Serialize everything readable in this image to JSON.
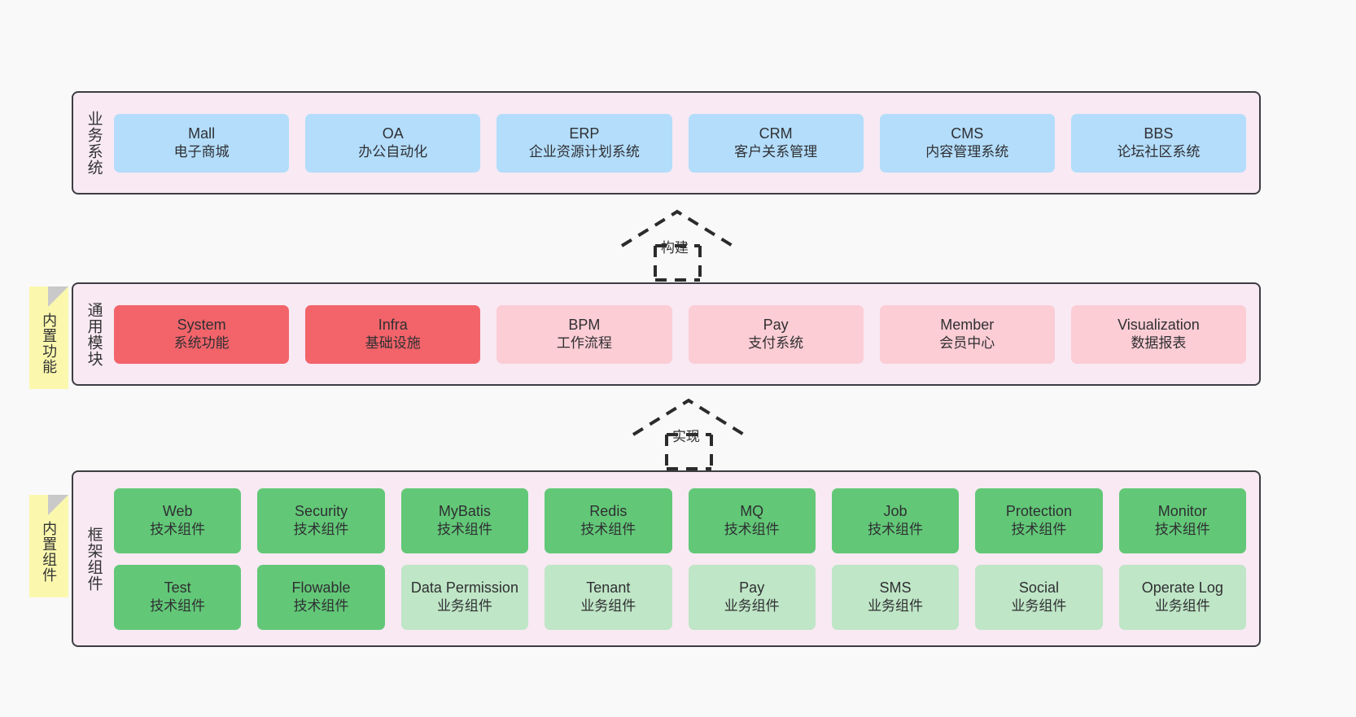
{
  "diagram": {
    "background_color": "#f9f9f9",
    "layer_fill": "#f8e9f3",
    "layer_border": "#3d3d42",
    "sticky_color": "#fbf8ae"
  },
  "layers": [
    {
      "id": "business",
      "title": "业务系统",
      "accent": "#b3ddfb",
      "rows": [
        {
          "nodes": [
            {
              "name": "Mall",
              "desc": "电子商城",
              "color": "#b3ddfb"
            },
            {
              "name": "OA",
              "desc": "办公自动化",
              "color": "#b3ddfb"
            },
            {
              "name": "ERP",
              "desc": "企业资源计划系统",
              "color": "#b3ddfb"
            },
            {
              "name": "CRM",
              "desc": "客户关系管理",
              "color": "#b3ddfb"
            },
            {
              "name": "CMS",
              "desc": "内容管理系统",
              "color": "#b3ddfb"
            },
            {
              "name": "BBS",
              "desc": "论坛社区系统",
              "color": "#b3ddfb"
            }
          ]
        }
      ]
    },
    {
      "id": "common",
      "title": "通用模块",
      "sticky": "内置功能",
      "accent": "#f2646a",
      "rows": [
        {
          "nodes": [
            {
              "name": "System",
              "desc": "系统功能",
              "color": "#f2646a"
            },
            {
              "name": "Infra",
              "desc": "基础设施",
              "color": "#f2646a"
            },
            {
              "name": "BPM",
              "desc": "工作流程",
              "color": "#fccdd5"
            },
            {
              "name": "Pay",
              "desc": "支付系统",
              "color": "#fccdd5"
            },
            {
              "name": "Member",
              "desc": "会员中心",
              "color": "#fccdd5"
            },
            {
              "name": "Visualization",
              "desc": "数据报表",
              "color": "#fccdd5"
            }
          ]
        }
      ]
    },
    {
      "id": "framework",
      "title": "框架组件",
      "sticky": "内置组件",
      "accent": "#62c877",
      "rows": [
        {
          "nodes": [
            {
              "name": "Web",
              "desc": "技术组件",
              "color": "#62c877"
            },
            {
              "name": "Security",
              "desc": "技术组件",
              "color": "#62c877"
            },
            {
              "name": "MyBatis",
              "desc": "技术组件",
              "color": "#62c877"
            },
            {
              "name": "Redis",
              "desc": "技术组件",
              "color": "#62c877"
            },
            {
              "name": "MQ",
              "desc": "技术组件",
              "color": "#62c877"
            },
            {
              "name": "Job",
              "desc": "技术组件",
              "color": "#62c877"
            },
            {
              "name": "Protection",
              "desc": "技术组件",
              "color": "#62c877"
            },
            {
              "name": "Monitor",
              "desc": "技术组件",
              "color": "#62c877"
            }
          ]
        },
        {
          "nodes": [
            {
              "name": "Test",
              "desc": "技术组件",
              "color": "#62c877"
            },
            {
              "name": "Flowable",
              "desc": "技术组件",
              "color": "#62c877"
            },
            {
              "name": "Data Permission",
              "desc": "业务组件",
              "color": "#bfe6c6"
            },
            {
              "name": "Tenant",
              "desc": "业务组件",
              "color": "#bfe6c6"
            },
            {
              "name": "Pay",
              "desc": "业务组件",
              "color": "#bfe6c6"
            },
            {
              "name": "SMS",
              "desc": "业务组件",
              "color": "#bfe6c6"
            },
            {
              "name": "Social",
              "desc": "业务组件",
              "color": "#bfe6c6"
            },
            {
              "name": "Operate Log",
              "desc": "业务组件",
              "color": "#bfe6c6"
            }
          ]
        }
      ]
    }
  ],
  "connectors": [
    {
      "id": "build",
      "label": "构建",
      "style": "dashed-generalization",
      "direction": "up"
    },
    {
      "id": "impl",
      "label": "实现",
      "style": "dashed-generalization",
      "direction": "up"
    }
  ]
}
